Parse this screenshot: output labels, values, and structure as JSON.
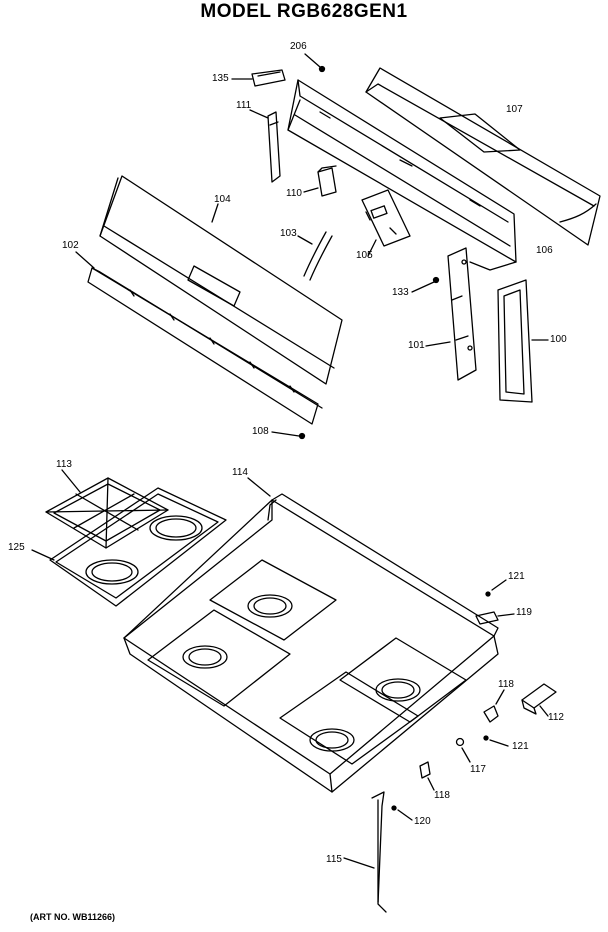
{
  "title": "MODEL RGB628GEN1",
  "art_number": "(ART NO. WB11266)",
  "parts": {
    "p206": "206",
    "p135": "135",
    "p111": "111",
    "p107": "107",
    "p110": "110",
    "p104": "104",
    "p103": "103",
    "p105": "105",
    "p106": "106",
    "p102": "102",
    "p133": "133",
    "p101": "101",
    "p100": "100",
    "p108": "108",
    "p113": "113",
    "p114": "114",
    "p125": "125",
    "p121a": "121",
    "p119": "119",
    "p118a": "118",
    "p112": "112",
    "p121b": "121",
    "p117": "117",
    "p118b": "118",
    "p120": "120",
    "p115": "115"
  }
}
